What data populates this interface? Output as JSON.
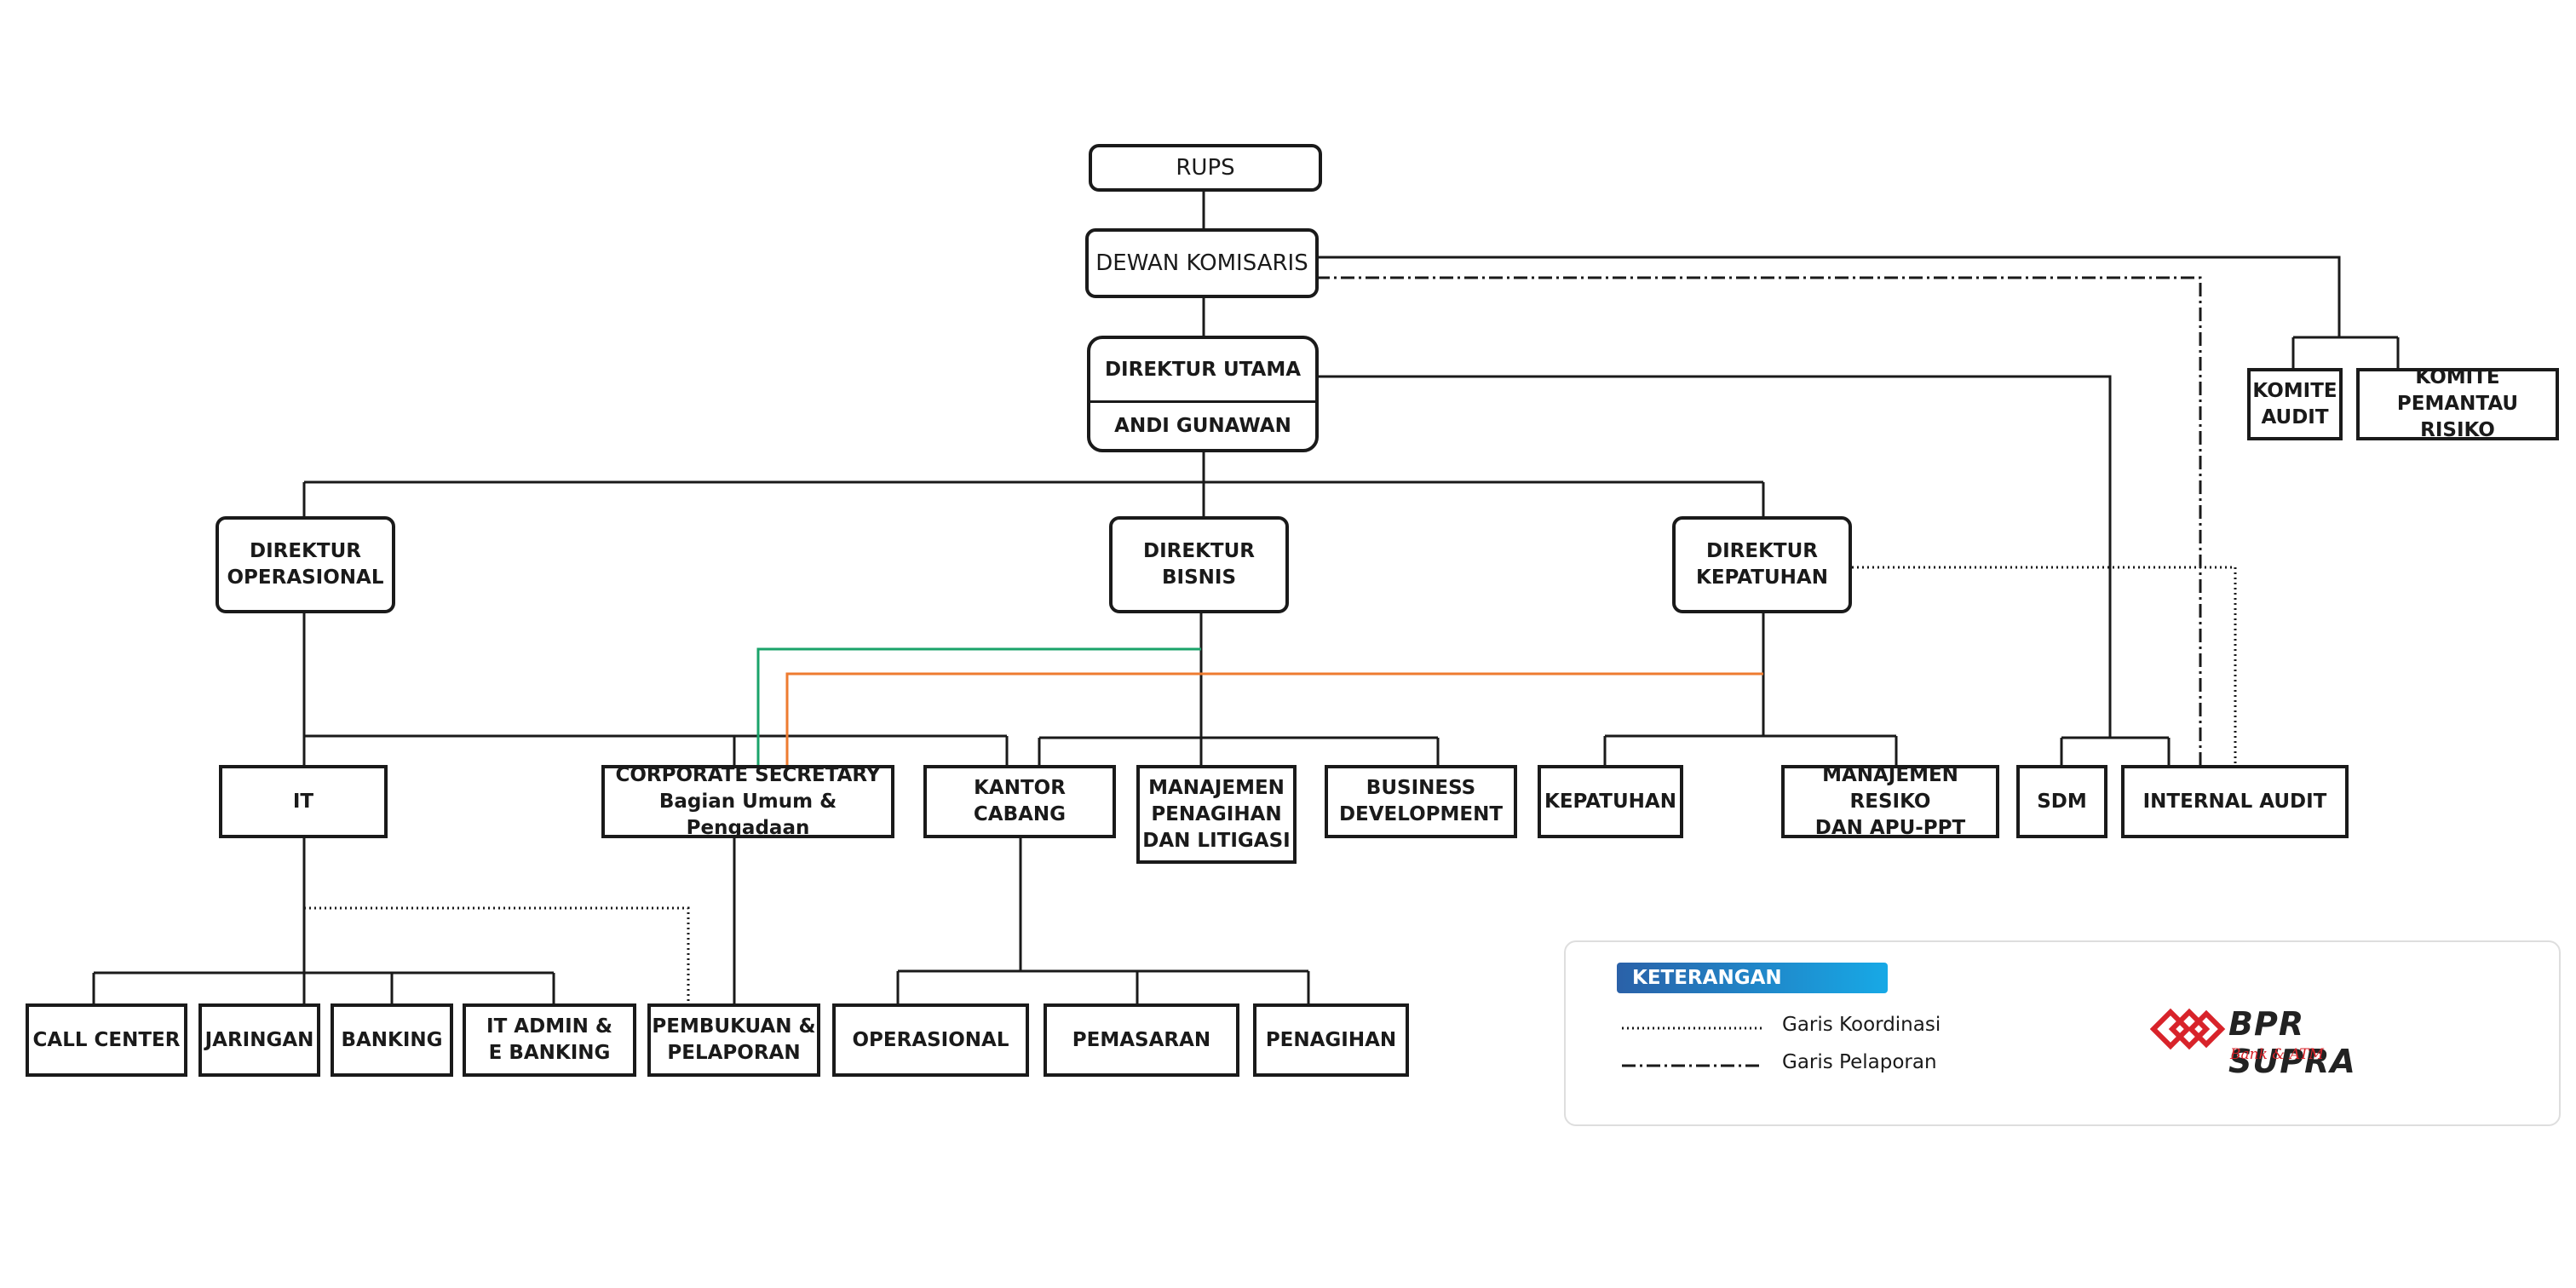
{
  "nodes": {
    "rups": "RUPS",
    "dewan_komisaris": "DEWAN KOMISARIS",
    "direktur_utama_title": "DIREKTUR UTAMA",
    "direktur_utama_name": "ANDI GUNAWAN",
    "komite_audit": "KOMITE\nAUDIT",
    "komite_pemantau_risiko": "KOMITE PEMANTAU\nRISIKO",
    "direktur_operasional": "DIREKTUR\nOPERASIONAL",
    "direktur_bisnis": "DIREKTUR BISNIS",
    "direktur_kepatuhan": "DIREKTUR\nKEPATUHAN",
    "it": "IT",
    "corporate_secretary": "CORPORATE SECRETARY\nBagian Umum & Pengadaan",
    "kantor_cabang": "KANTOR CABANG",
    "manajemen_penagihan": "MANAJEMEN\nPENAGIHAN\nDAN LITIGASI",
    "business_development": "BUSINESS\nDEVELOPMENT",
    "kepatuhan": "KEPATUHAN",
    "manajemen_resiko": "MANAJEMEN RESIKO\nDAN APU-PPT",
    "sdm": "SDM",
    "internal_audit": "INTERNAL AUDIT",
    "call_center": "CALL CENTER",
    "jaringan": "JARINGAN",
    "banking": "BANKING",
    "it_admin": "IT ADMIN &\nE BANKING",
    "pembukuan": "PEMBUKUAN &\nPELAPORAN",
    "operasional": "OPERASIONAL",
    "pemasaran": "PEMASARAN",
    "penagihan": "PENAGIHAN"
  },
  "legend": {
    "title": "KETERANGAN",
    "coordination": "Garis Koordinasi",
    "reporting": "Garis Pelaporan"
  },
  "logo": {
    "name": "BPR SUPRA",
    "tagline": "Bank & ATM",
    "icon": "bpr-supra-logo-icon",
    "color": "#d8232a"
  },
  "colors": {
    "line": "#1a1a1a",
    "green_link": "#1aa36a",
    "orange_link": "#ee7b30",
    "legend_gradient": [
      "#2a61a8",
      "#17a9e6"
    ]
  }
}
